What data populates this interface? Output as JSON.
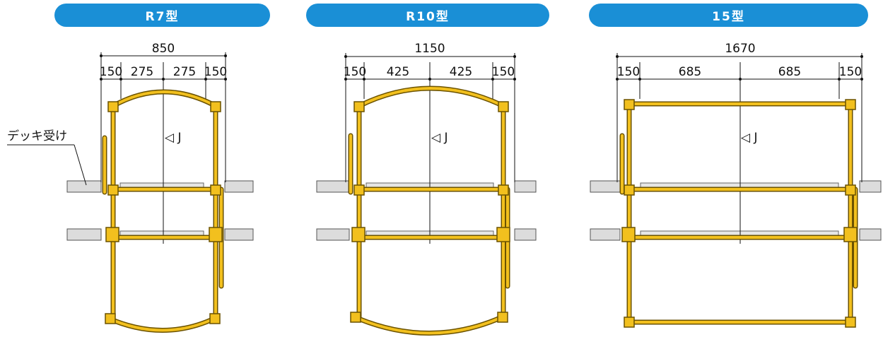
{
  "colors": {
    "header_bg": "#1a8fd6",
    "rail": "#f2c01e",
    "rail_edge": "#6b5200",
    "deck": "#dcdcdc"
  },
  "callout": {
    "label": "デッキ受け"
  },
  "panels": [
    {
      "title": "R7型",
      "total": "850",
      "segments": [
        "150",
        "275",
        "275",
        "150"
      ],
      "marker": "◁ J"
    },
    {
      "title": "R10型",
      "total": "1150",
      "segments": [
        "150",
        "425",
        "425",
        "150"
      ],
      "marker": "◁ J"
    },
    {
      "title": "15型",
      "total": "1670",
      "segments": [
        "150",
        "685",
        "685",
        "150"
      ],
      "marker": "◁ J"
    }
  ]
}
